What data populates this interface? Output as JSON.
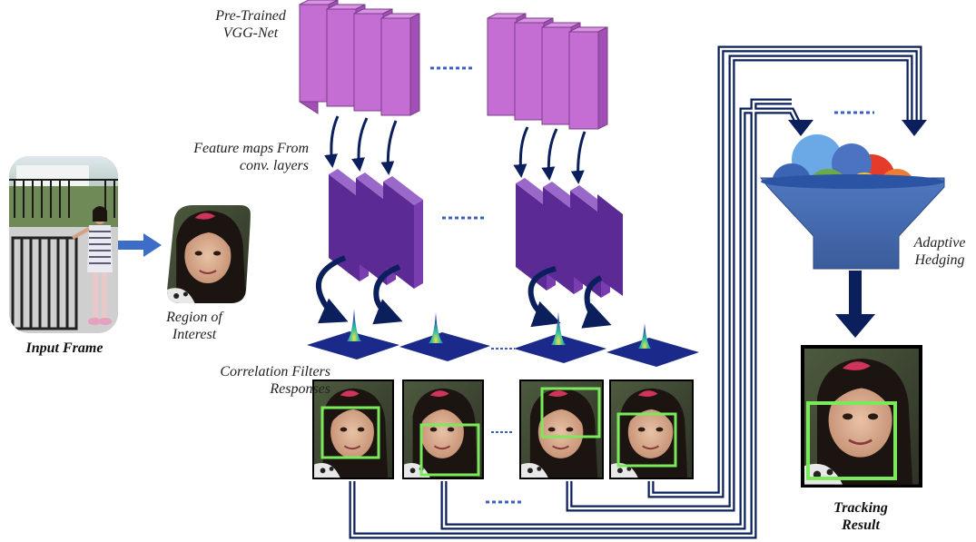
{
  "labels": {
    "input_frame": "Input Frame",
    "roi_line1": "Region of",
    "roi_line2": "Interest",
    "vgg_line1": "Pre-Trained",
    "vgg_line2": "VGG-Net",
    "fmaps_line1": "Feature maps From",
    "fmaps_line2": "conv. layers",
    "corr_line1": "Correlation Filters",
    "corr_line2": "Responses",
    "hedging_line1": "Adaptive",
    "hedging_line2": "Hedging",
    "result_line1": "Tracking",
    "result_line2": "Result"
  },
  "colors": {
    "vgg_layer": "#c46ed4",
    "feature_map": "#7a3db0",
    "arrow": "#0b1f5c",
    "tracking_box": "#7bea5a",
    "bowl": "#4a6fb5",
    "ellipsis": "#3a5fc8"
  },
  "icons": [
    "photo-input-frame",
    "photo-region-of-interest",
    "photo-tracking-result"
  ]
}
